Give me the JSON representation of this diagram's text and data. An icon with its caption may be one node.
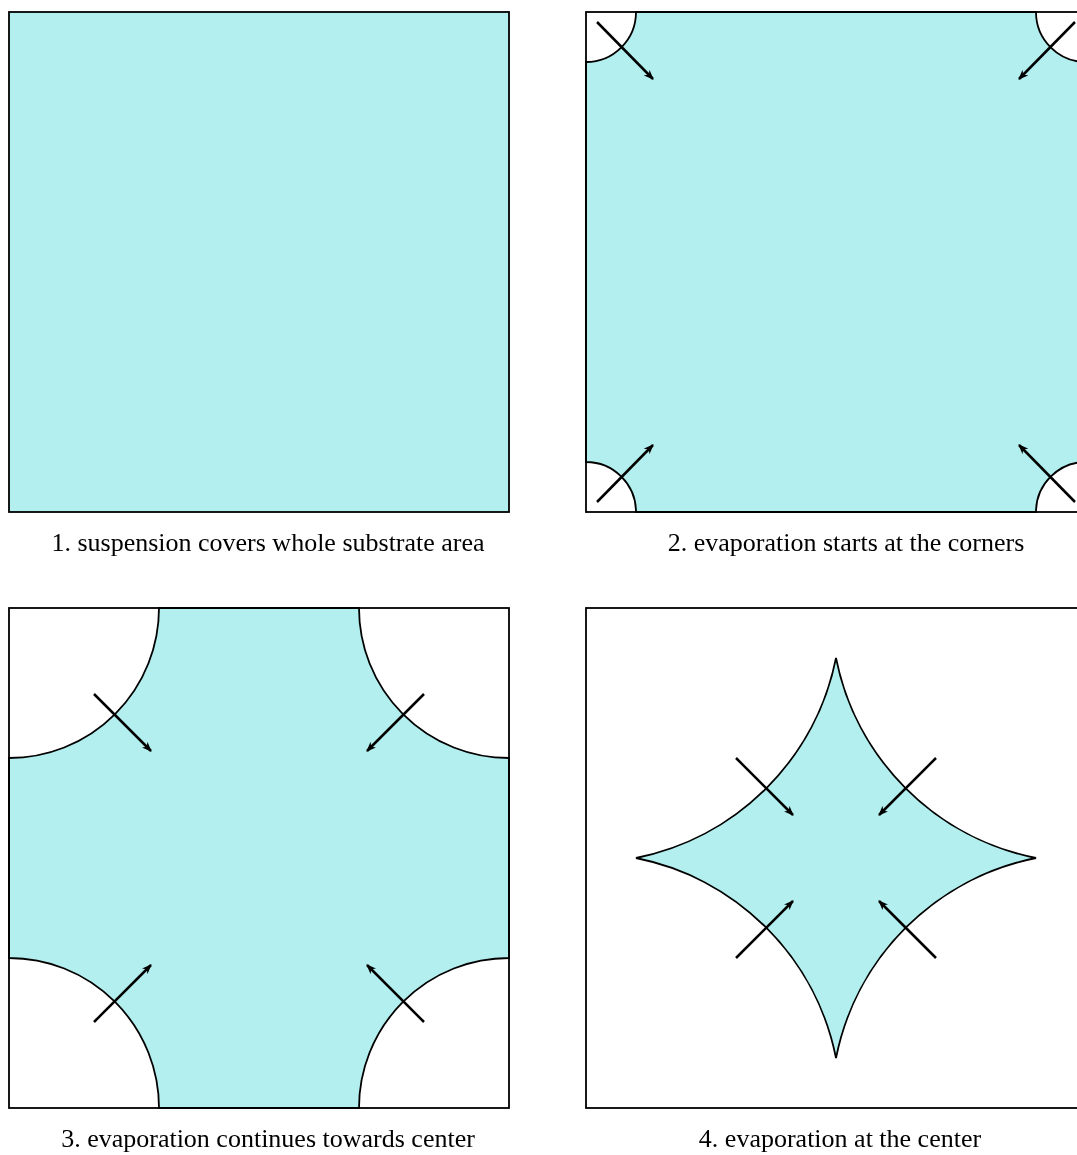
{
  "diagram": {
    "labels": [
      "1. suspension covers whole substrate area",
      "2. evaporation starts at the corners",
      "3. evaporation continues towards center",
      "4. evaporation at the center"
    ]
  }
}
